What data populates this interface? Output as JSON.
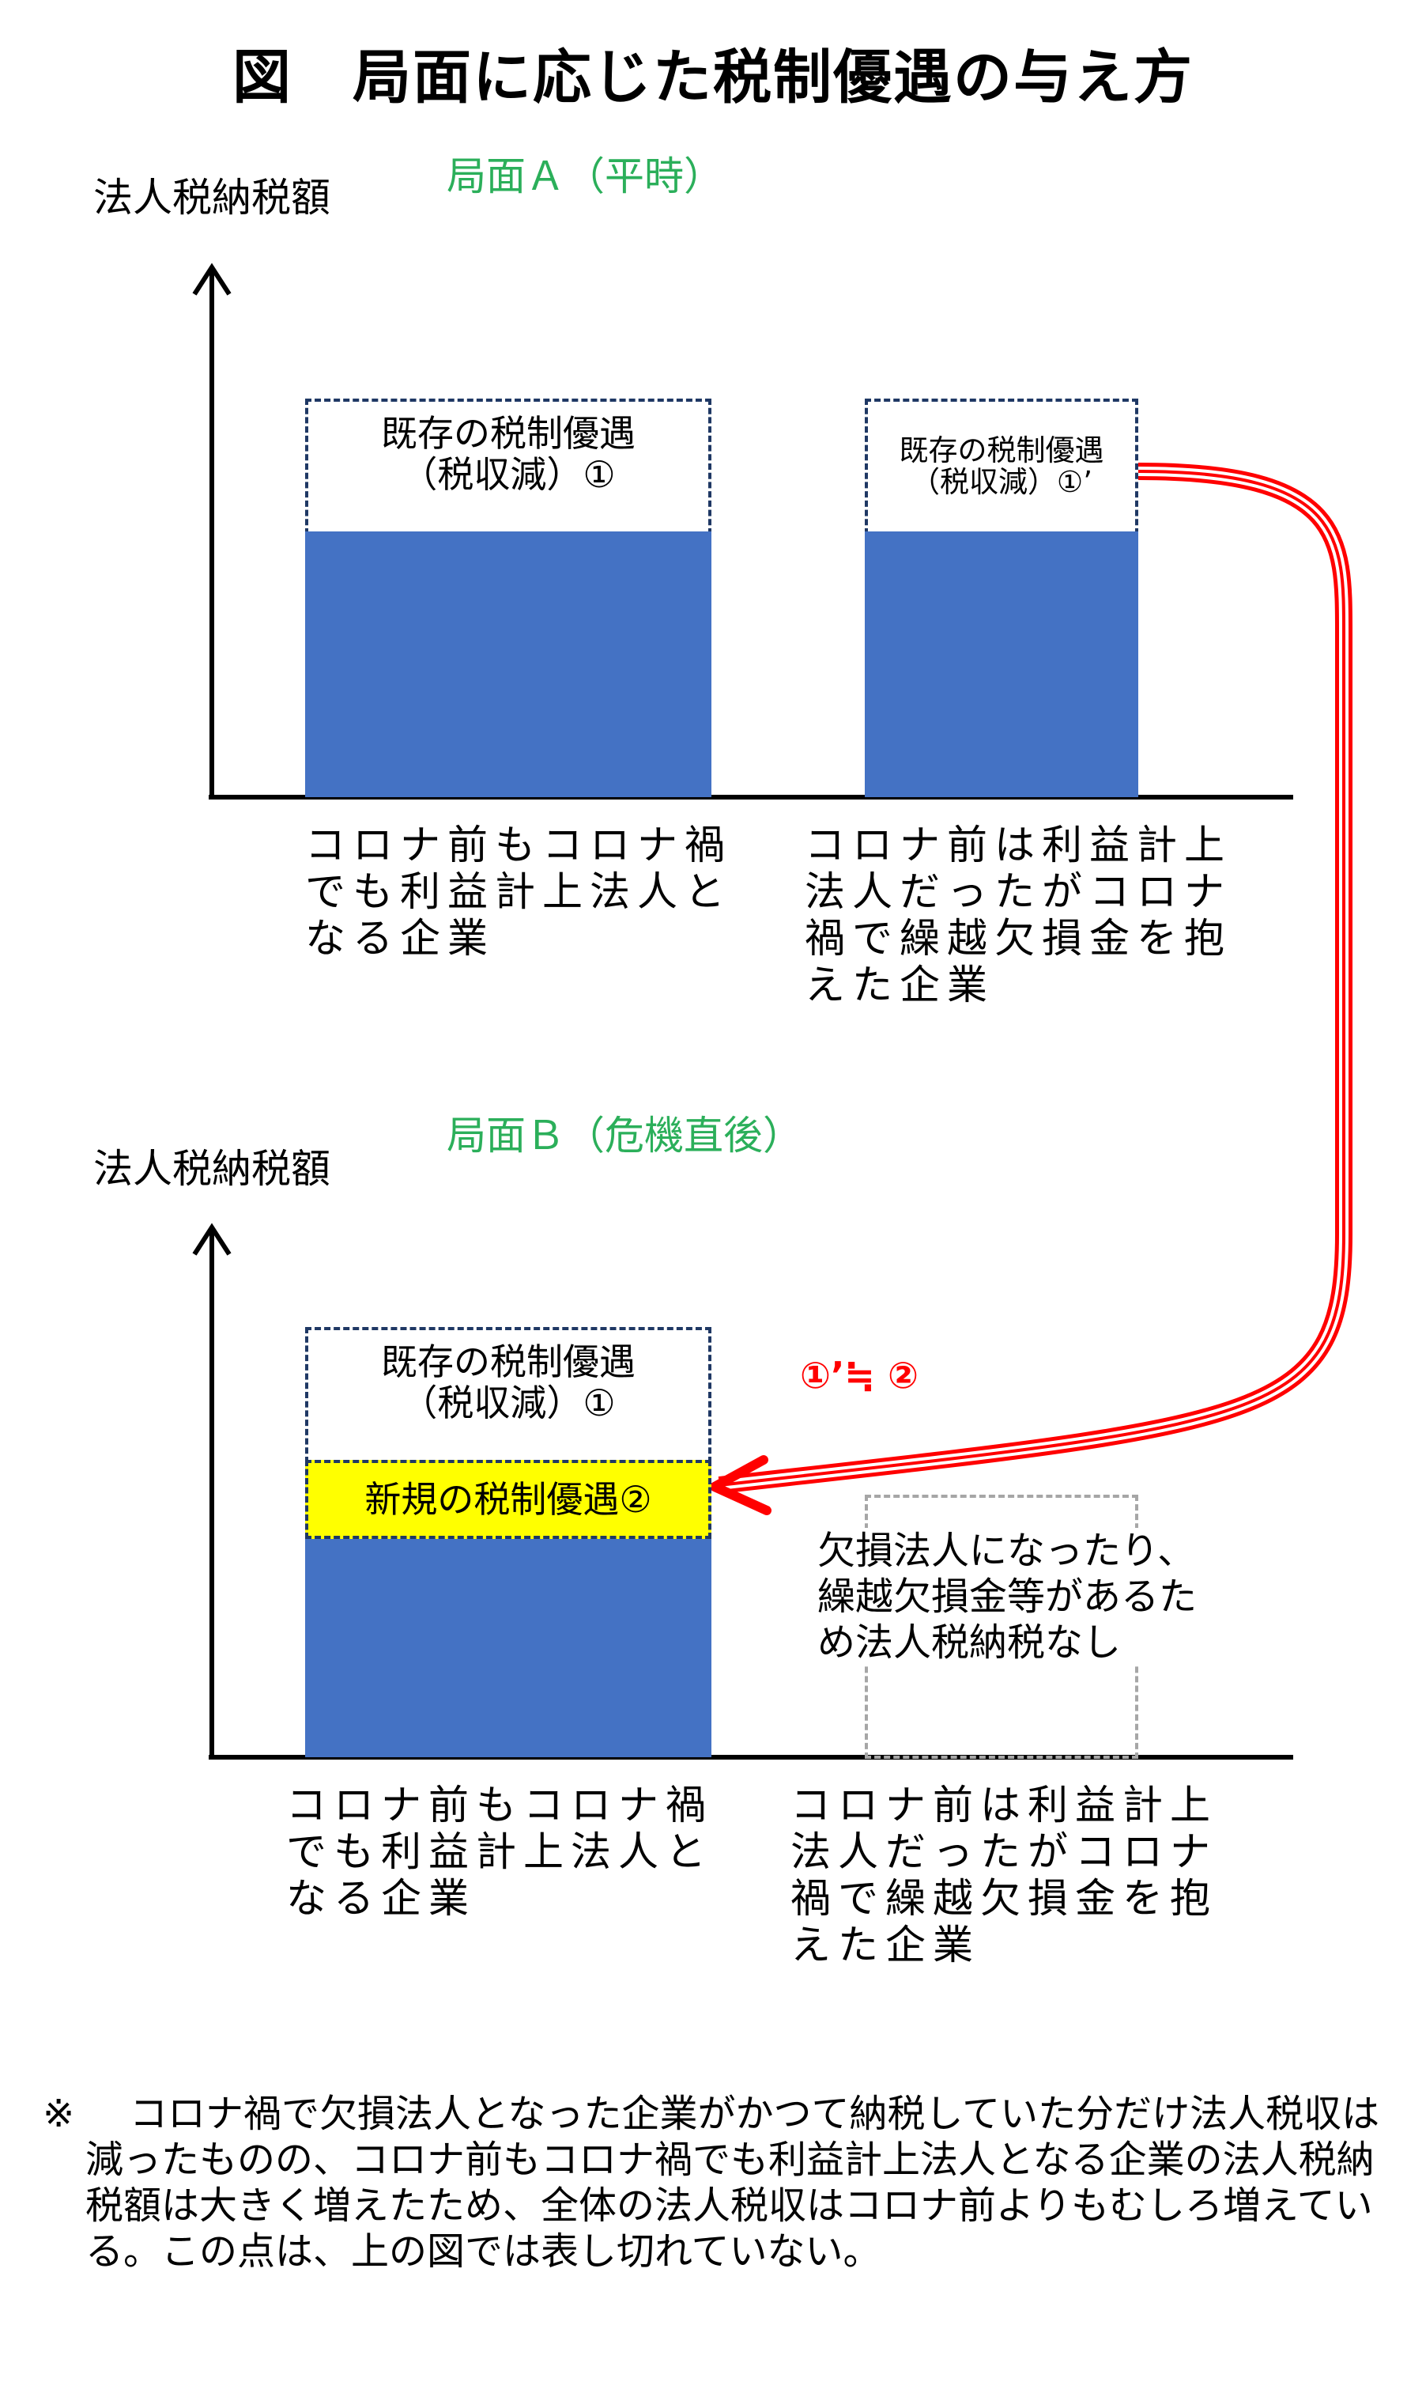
{
  "title": "図　局面に応じた税制優遇の与え方",
  "panel_a": {
    "phase": "局面Ａ（平時）",
    "y_axis": "法人税納税額",
    "box_left": {
      "line1": "既存の税制優遇",
      "line2": "（税収減）①"
    },
    "box_right": {
      "line1": "既存の税制優遇",
      "line2": "（税収減）①’"
    },
    "caption_left": "コロナ前もコロナ禍\nでも利益計上法人と\nなる企業",
    "caption_right": "コロナ前は利益計上\n法人だったがコロナ\n禍で繰越欠損金を抱\nえた企業"
  },
  "panel_b": {
    "phase": "局面Ｂ（危機直後）",
    "y_axis": "法人税納税額",
    "box_left": {
      "line1": "既存の税制優遇",
      "line2": "（税収減）①"
    },
    "new_box": "新規の税制優遇②",
    "approx_label": "①’≒ ②",
    "deficit_text": "欠損法人になったり、\n繰越欠損金等があるた\nめ法人税納税なし",
    "caption_left": "コロナ前もコロナ禍\nでも利益計上法人と\nなる企業",
    "caption_right": "コロナ前は利益計上\n法人だったがコロナ\n禍で繰越欠損金を抱\nえた企業"
  },
  "note": {
    "mark": "※",
    "text": "コロナ禍で欠損法人となった企業がかつて納税していた分だけ法人税収は減ったものの、コロナ前もコロナ禍でも利益計上法人となる企業の法人税納税額は大きく増えたため、全体の法人税収はコロナ前よりもむしろ増えている。この点は、上の図では表し切れていない。"
  },
  "colors": {
    "bar": "#4472C4",
    "highlight": "#FFFF00",
    "arrow": "#FF0000",
    "phase": "#2BAF5A"
  }
}
